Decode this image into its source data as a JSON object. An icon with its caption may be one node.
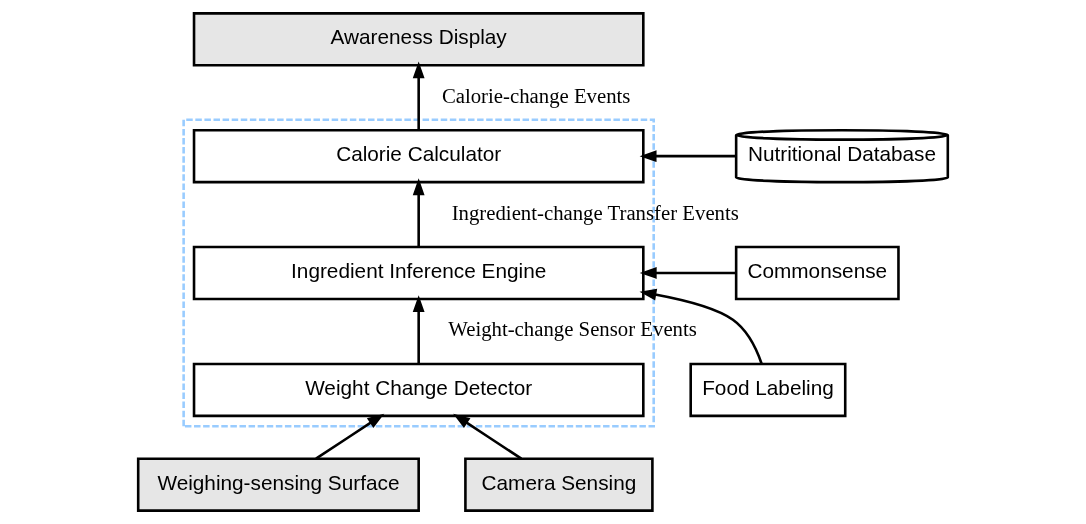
{
  "diagram": {
    "nodes": [
      {
        "text": [
          "Awareness Display"
        ]
      },
      {
        "text": [],
        "shape": "box"
      },
      {
        "text": [
          "Calorie Calculator"
        ],
        "in": 1
      },
      {
        "text": [
          "Nutritional Database"
        ]
      },
      {
        "text": [
          "Ingredient Inference Engine"
        ],
        "in": 1
      },
      {
        "text": [
          "Commonsense"
        ]
      },
      {
        "text": [
          "Food Labeling"
        ]
      },
      {
        "text": [
          "Weight Change Detector"
        ],
        "in": 1
      },
      {
        "text": [
          "Weighing-sensing Surface"
        ]
      },
      {
        "text": [
          "Camera Sensing"
        ]
      }
    ],
    "edges": [
      {
        "from": 2,
        "to": 0,
        "arrow": "to",
        "label": "Calorie-change Events"
      },
      {
        "from": 3,
        "to": 2,
        "arrow": "to"
      },
      {
        "from": 4,
        "to": 2,
        "arrow": "to",
        "label": "Ingredient-change Transfer Events"
      },
      {
        "from": 5,
        "to": 4,
        "arrow": "to"
      },
      {
        "from": 6,
        "to": 4,
        "arrow": "to"
      },
      {
        "from": 7,
        "to": 4,
        "arrow": "to",
        "label": "Weight-change Sensor Events"
      },
      {
        "from": 8,
        "to": 7,
        "arrow": "to"
      },
      {
        "from": 9,
        "to": 7,
        "arrow": "to"
      }
    ]
  }
}
